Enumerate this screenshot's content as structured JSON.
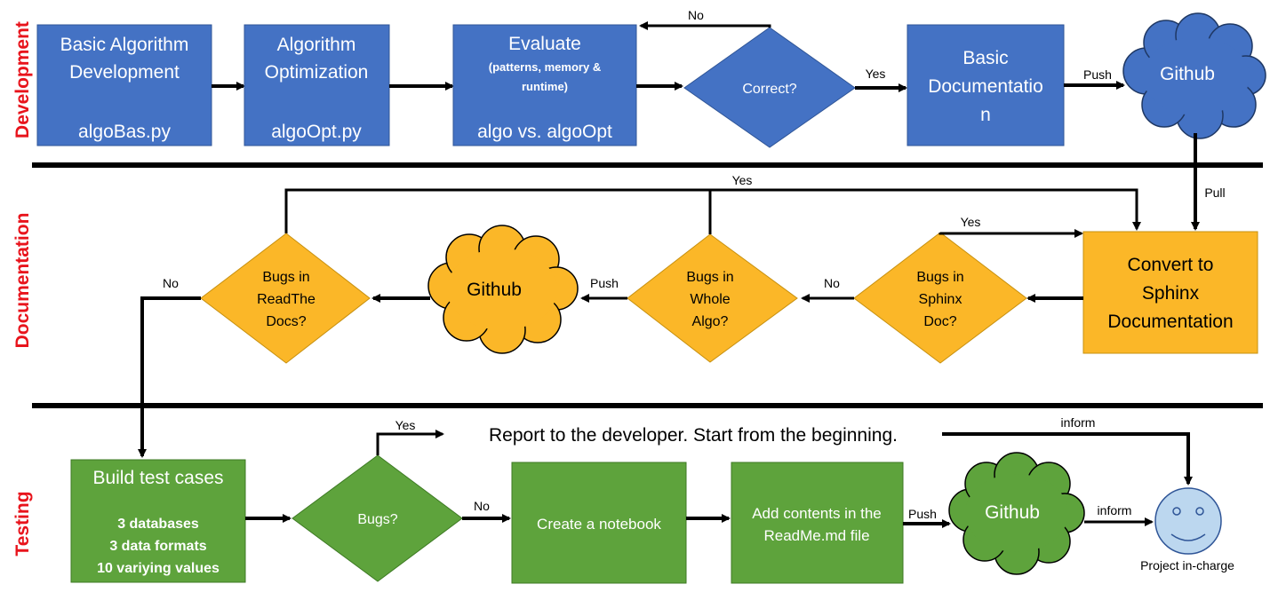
{
  "lanes": {
    "development": "Development",
    "documentation": "Documentation",
    "testing": "Testing"
  },
  "colors": {
    "blue": "#4472c4",
    "orange": "#fbb728",
    "green": "#5ea33c",
    "face": "#bcd7ef",
    "lane_label": "#e8141c"
  },
  "development": {
    "basic_algo": {
      "line1": "Basic Algorithm",
      "line2": "Development",
      "file": "algoBas.py"
    },
    "algo_opt": {
      "line1": "Algorithm",
      "line2": "Optimization",
      "file": "algoOpt.py"
    },
    "evaluate": {
      "title": "Evaluate",
      "sub1": "(patterns, memory &",
      "sub2": "runtime)",
      "compare": "algo vs. algoOpt"
    },
    "correct": "Correct?",
    "no_label": "No",
    "yes_label": "Yes",
    "basic_doc": {
      "line1": "Basic",
      "line2": "Documentatio",
      "line3": "n"
    },
    "push_label": "Push",
    "github": "Github"
  },
  "documentation": {
    "pull_label": "Pull",
    "sphinx": {
      "line1": "Convert to",
      "line2": "Sphinx",
      "line3": "Documentation"
    },
    "bugs_sphinx": {
      "line1": "Bugs in",
      "line2": "Sphinx",
      "line3": "Doc?"
    },
    "yes_sphinx": "Yes",
    "no_sphinx": "No",
    "bugs_whole": {
      "line1": "Bugs in",
      "line2": "Whole",
      "line3": "Algo?"
    },
    "yes_top": "Yes",
    "push_label": "Push",
    "github": "Github",
    "bugs_rtd": {
      "line1": "Bugs in",
      "line2": "ReadThe",
      "line3": "Docs?"
    },
    "no_rtd": "No"
  },
  "testing": {
    "build": {
      "title": "Build test cases",
      "l1": "3 databases",
      "l2": "3 data formats",
      "l3": "10 variying values"
    },
    "bugs": "Bugs?",
    "yes_label": "Yes",
    "report": "Report to the developer. Start from the beginning.",
    "inform_top": "inform",
    "no_label": "No",
    "notebook": "Create a notebook",
    "readme": {
      "line1": "Add contents in the",
      "line2": "ReadMe.md file"
    },
    "push_label": "Push",
    "github": "Github",
    "inform_label": "inform",
    "person": "Project in-charge"
  }
}
